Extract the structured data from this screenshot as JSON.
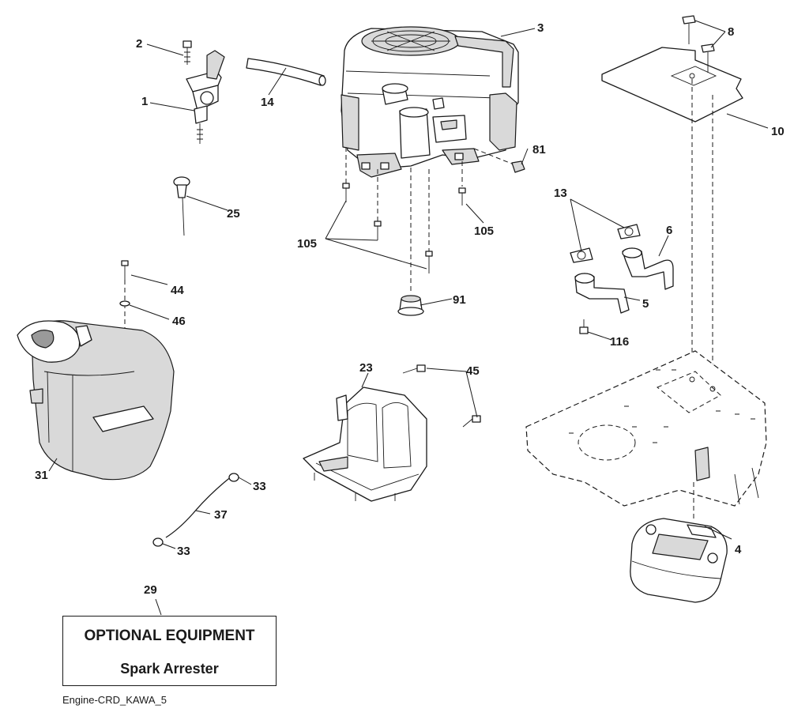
{
  "parts": [
    {
      "id": "p1",
      "label": "1"
    },
    {
      "id": "p2",
      "label": "2"
    },
    {
      "id": "p3",
      "label": "3"
    },
    {
      "id": "p4",
      "label": "4"
    },
    {
      "id": "p5",
      "label": "5"
    },
    {
      "id": "p6",
      "label": "6"
    },
    {
      "id": "p8",
      "label": "8"
    },
    {
      "id": "p10",
      "label": "10"
    },
    {
      "id": "p13",
      "label": "13"
    },
    {
      "id": "p14",
      "label": "14"
    },
    {
      "id": "p23",
      "label": "23"
    },
    {
      "id": "p25",
      "label": "25"
    },
    {
      "id": "p29",
      "label": "29"
    },
    {
      "id": "p31",
      "label": "31"
    },
    {
      "id": "p33a",
      "label": "33"
    },
    {
      "id": "p33b",
      "label": "33"
    },
    {
      "id": "p37",
      "label": "37"
    },
    {
      "id": "p44",
      "label": "44"
    },
    {
      "id": "p45",
      "label": "45"
    },
    {
      "id": "p46",
      "label": "46"
    },
    {
      "id": "p81",
      "label": "81"
    },
    {
      "id": "p91",
      "label": "91"
    },
    {
      "id": "p105a",
      "label": "105"
    },
    {
      "id": "p105b",
      "label": "105"
    },
    {
      "id": "p116",
      "label": "116"
    }
  ],
  "optional_box": {
    "title": "OPTIONAL EQUIPMENT",
    "item": "Spark Arrester"
  },
  "drawing_code": "Engine-CRD_KAWA_5"
}
